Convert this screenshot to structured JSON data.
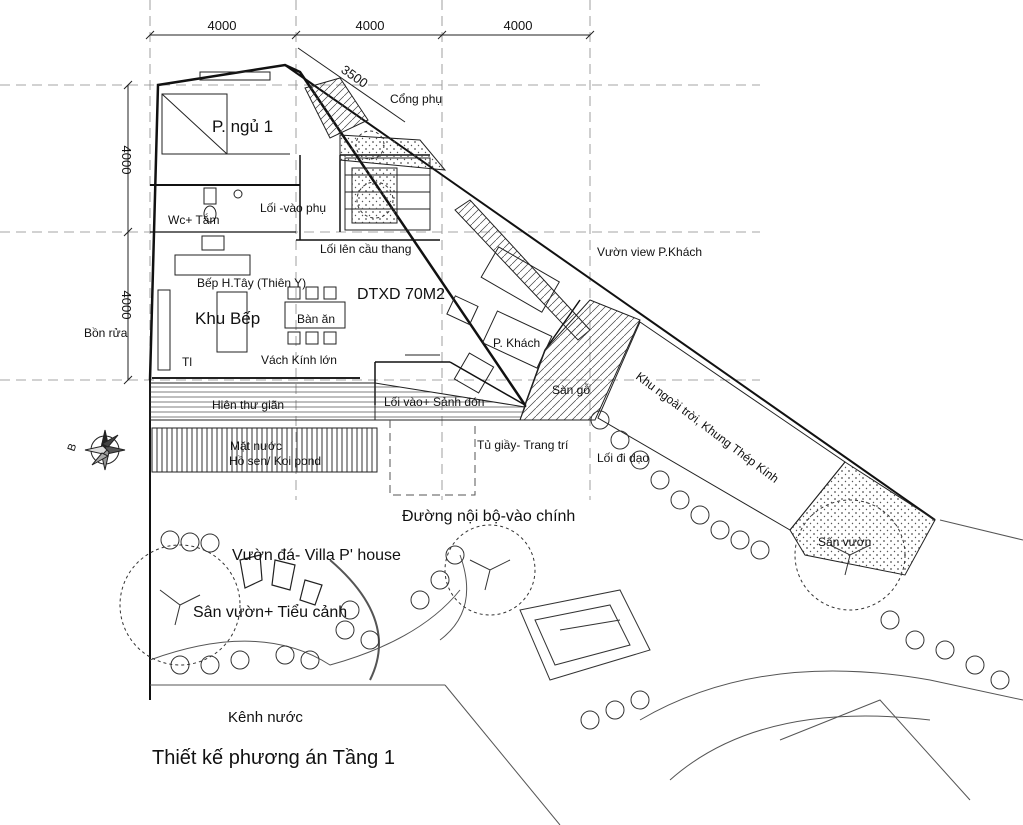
{
  "dimensions": {
    "top_1": "4000",
    "top_2": "4000",
    "top_3": "4000",
    "left_1": "4000",
    "left_2": "4000",
    "diagonal": "3500"
  },
  "labels": {
    "cong_phu": "Cổng phụ",
    "p_ngu_1": "P. ngủ 1",
    "wc_tam": "Wc+ Tắm",
    "loi_vao_phu": "Lối -vào phụ",
    "loi_len_cau_thang": "Lối lên cầu thang",
    "vuon_view": "Vườn view P.Khách",
    "bep": "Bếp H.Tây (Thiên Y)",
    "dtxd": "DTXD 70M2",
    "khu_bep": "Khu Bếp",
    "ban_an": "Bàn ăn",
    "bon_rua": "Bồn rửa",
    "p_khach": "P. Khách",
    "tl": "Tl",
    "vach_kinh": "Vách Kính lớn",
    "san_go": "Sàn gỗ",
    "khu_ngoai_troi": "Khu ngoài trời, Khung Thép Kính",
    "hien_thu_gian": "Hiên thư giãn",
    "loi_vao_sanh": "Lối vào+ Sảnh đón",
    "mat_nuoc": "Mặt nước",
    "ho_sen": "Hồ sen/ Koi pond",
    "tu_giay": "Tủ giầy- Trang trí",
    "loi_di_dao": "Lối đi dạo",
    "duong_noi_bo": "Đường nội bộ-vào chính",
    "san_vuon_right": "Sân vườn",
    "vuon_da": "Vườn đá- Villa P' house",
    "san_vuon_tieu_canh": "Sân vườn+ Tiểu cảnh",
    "kenh_nuoc": "Kênh nước",
    "title": "Thiết kế phương án Tầng 1",
    "compass": "B"
  },
  "colors": {
    "ink": "#111111",
    "grid": "#888888",
    "stroke": "#222222"
  }
}
